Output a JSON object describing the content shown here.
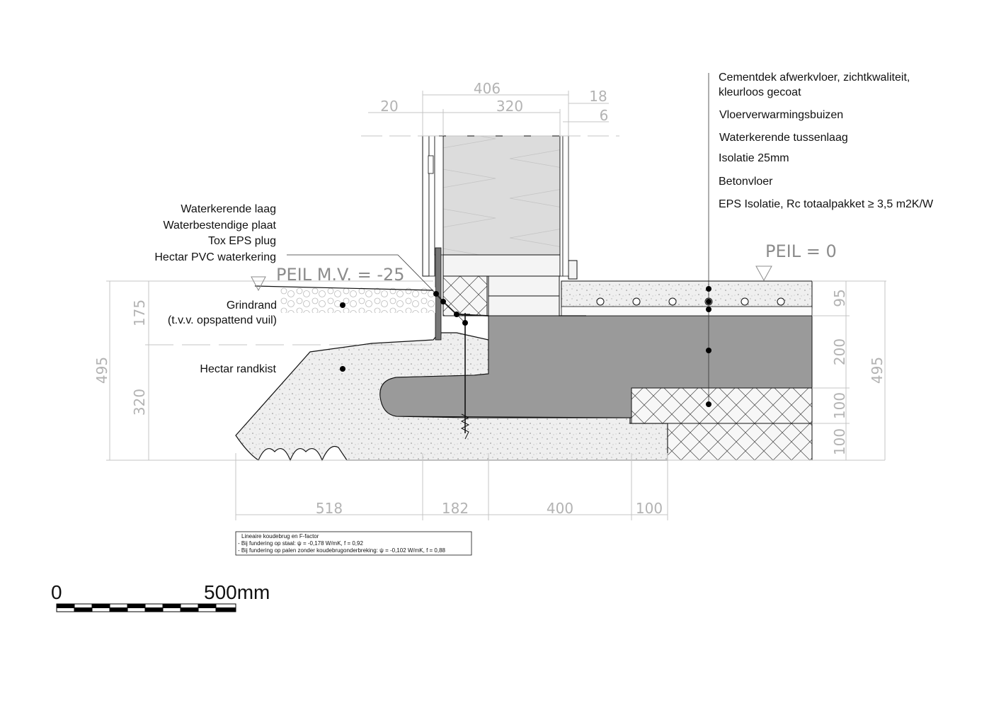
{
  "labels_right": {
    "cementdek_1": "Cementdek afwerkvloer, zichtkwaliteit,",
    "cementdek_2": "kleurloos gecoat",
    "vloerverwarming": "Vloerverwarmingsbuizen",
    "waterkerende_tussenlaag": "Waterkerende tussenlaag",
    "isolatie": "Isolatie 25mm",
    "betonvloer": "Betonvloer",
    "eps": "EPS Isolatie, Rc totaalpakket ≥ 3,5 m2K/W"
  },
  "labels_left": {
    "waterkerende_laag": "Waterkerende laag",
    "waterbestendige_plaat": "Waterbestendige plaat",
    "tox_eps_plug": "Tox EPS plug",
    "hectar_pvc": "Hectar PVC waterkering",
    "grindrand_1": "Grindrand",
    "grindrand_2": "(t.v.v. opspattend vuil)",
    "hectar_randkist": "Hectar randkist"
  },
  "levels": {
    "peil_mv": "PEIL M.V.  = -25",
    "peil_0": "PEIL = 0"
  },
  "dimensions": {
    "top_406": "406",
    "top_18": "18",
    "top_20": "20",
    "top_320": "320",
    "top_6": "6",
    "left_175": "175",
    "left_495": "495",
    "left_320": "320",
    "right_95": "95",
    "right_200": "200",
    "right_100a": "100",
    "right_100b": "100",
    "right_495": "495",
    "bottom_518": "518",
    "bottom_182": "182",
    "bottom_400": "400",
    "bottom_100": "100"
  },
  "note": {
    "title": "Lineaire koudebrug en F-factor",
    "line1": "- Bij fundering op staal: ψ = -0,178 W/mK, f = 0,92",
    "line2": "- Bij fundering op palen zonder koudebrugonderbreking: ψ = -0,102 W/mK, f = 0,88"
  },
  "scale_bar": {
    "start": "0",
    "end": "500mm"
  },
  "colors": {
    "concrete": "#9a9a9a",
    "screed": "#ececec",
    "insulation": "#f4f4f4",
    "wall_insulation": "#dcdcdc",
    "dimension": "#b3b3b3"
  }
}
